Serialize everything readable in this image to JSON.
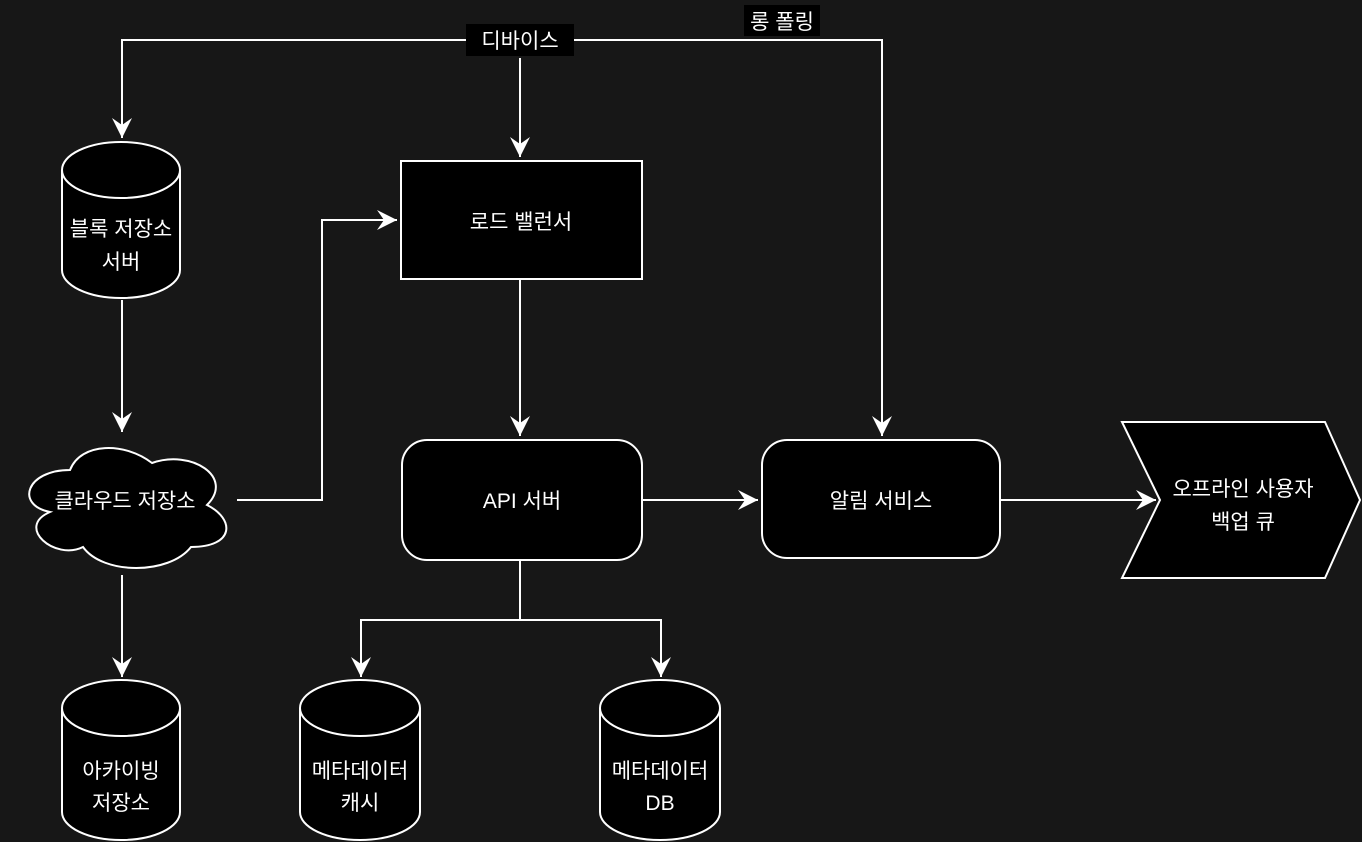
{
  "diagram": {
    "title": "system-architecture-diagram",
    "colors": {
      "background": "#171717",
      "node_fill": "#000000",
      "stroke": "#ffffff",
      "text": "#ffffff"
    },
    "nodes": {
      "device": {
        "label": "디바이스",
        "shape": "text-label"
      },
      "block_storage": {
        "line1": "블록 저장소",
        "line2": "서버",
        "shape": "cylinder"
      },
      "load_balancer": {
        "label": "로드 밸런서",
        "shape": "rectangle"
      },
      "cloud_storage": {
        "label": "클라우드 저장소",
        "shape": "cloud"
      },
      "api_server": {
        "label": "API 서버",
        "shape": "rounded-rectangle"
      },
      "notification_service": {
        "label": "알림 서비스",
        "shape": "rounded-rectangle"
      },
      "offline_queue": {
        "line1": "오프라인 사용자",
        "line2": "백업 큐",
        "shape": "chevron"
      },
      "archiving_storage": {
        "line1": "아카이빙",
        "line2": "저장소",
        "shape": "cylinder"
      },
      "metadata_cache": {
        "line1": "메타데이터",
        "line2": "캐시",
        "shape": "cylinder"
      },
      "metadata_db": {
        "line1": "메타데이터",
        "line2": "DB",
        "shape": "cylinder"
      }
    },
    "edges": {
      "long_polling": {
        "label": "롱 폴링",
        "from": "device",
        "to": "notification_service"
      },
      "device_to_block_storage": {
        "from": "device",
        "to": "block_storage"
      },
      "device_to_load_balancer": {
        "from": "device",
        "to": "load_balancer"
      },
      "block_storage_to_cloud": {
        "from": "block_storage",
        "to": "cloud_storage"
      },
      "cloud_to_load_balancer": {
        "from": "cloud_storage",
        "to": "load_balancer"
      },
      "cloud_to_archiving": {
        "from": "cloud_storage",
        "to": "archiving_storage"
      },
      "load_balancer_to_api": {
        "from": "load_balancer",
        "to": "api_server"
      },
      "api_to_notification": {
        "from": "api_server",
        "to": "notification_service"
      },
      "notification_to_offline_queue": {
        "from": "notification_service",
        "to": "offline_queue"
      },
      "api_to_metadata_cache": {
        "from": "api_server",
        "to": "metadata_cache"
      },
      "api_to_metadata_db": {
        "from": "api_server",
        "to": "metadata_db"
      }
    }
  }
}
